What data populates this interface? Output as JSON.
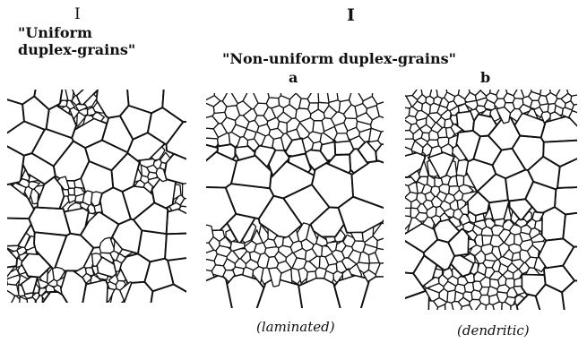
{
  "group_i": {
    "numeral": "I",
    "title_line1": "\"Uniform",
    "title_line2": "duplex-grains\""
  },
  "group_ii": {
    "numeral": "I",
    "title": "\"Non-uniform duplex-grains\"",
    "sub_a": "a",
    "sub_b": "b"
  },
  "captions": {
    "a": "(laminated)",
    "b": "(dendritic)"
  }
}
